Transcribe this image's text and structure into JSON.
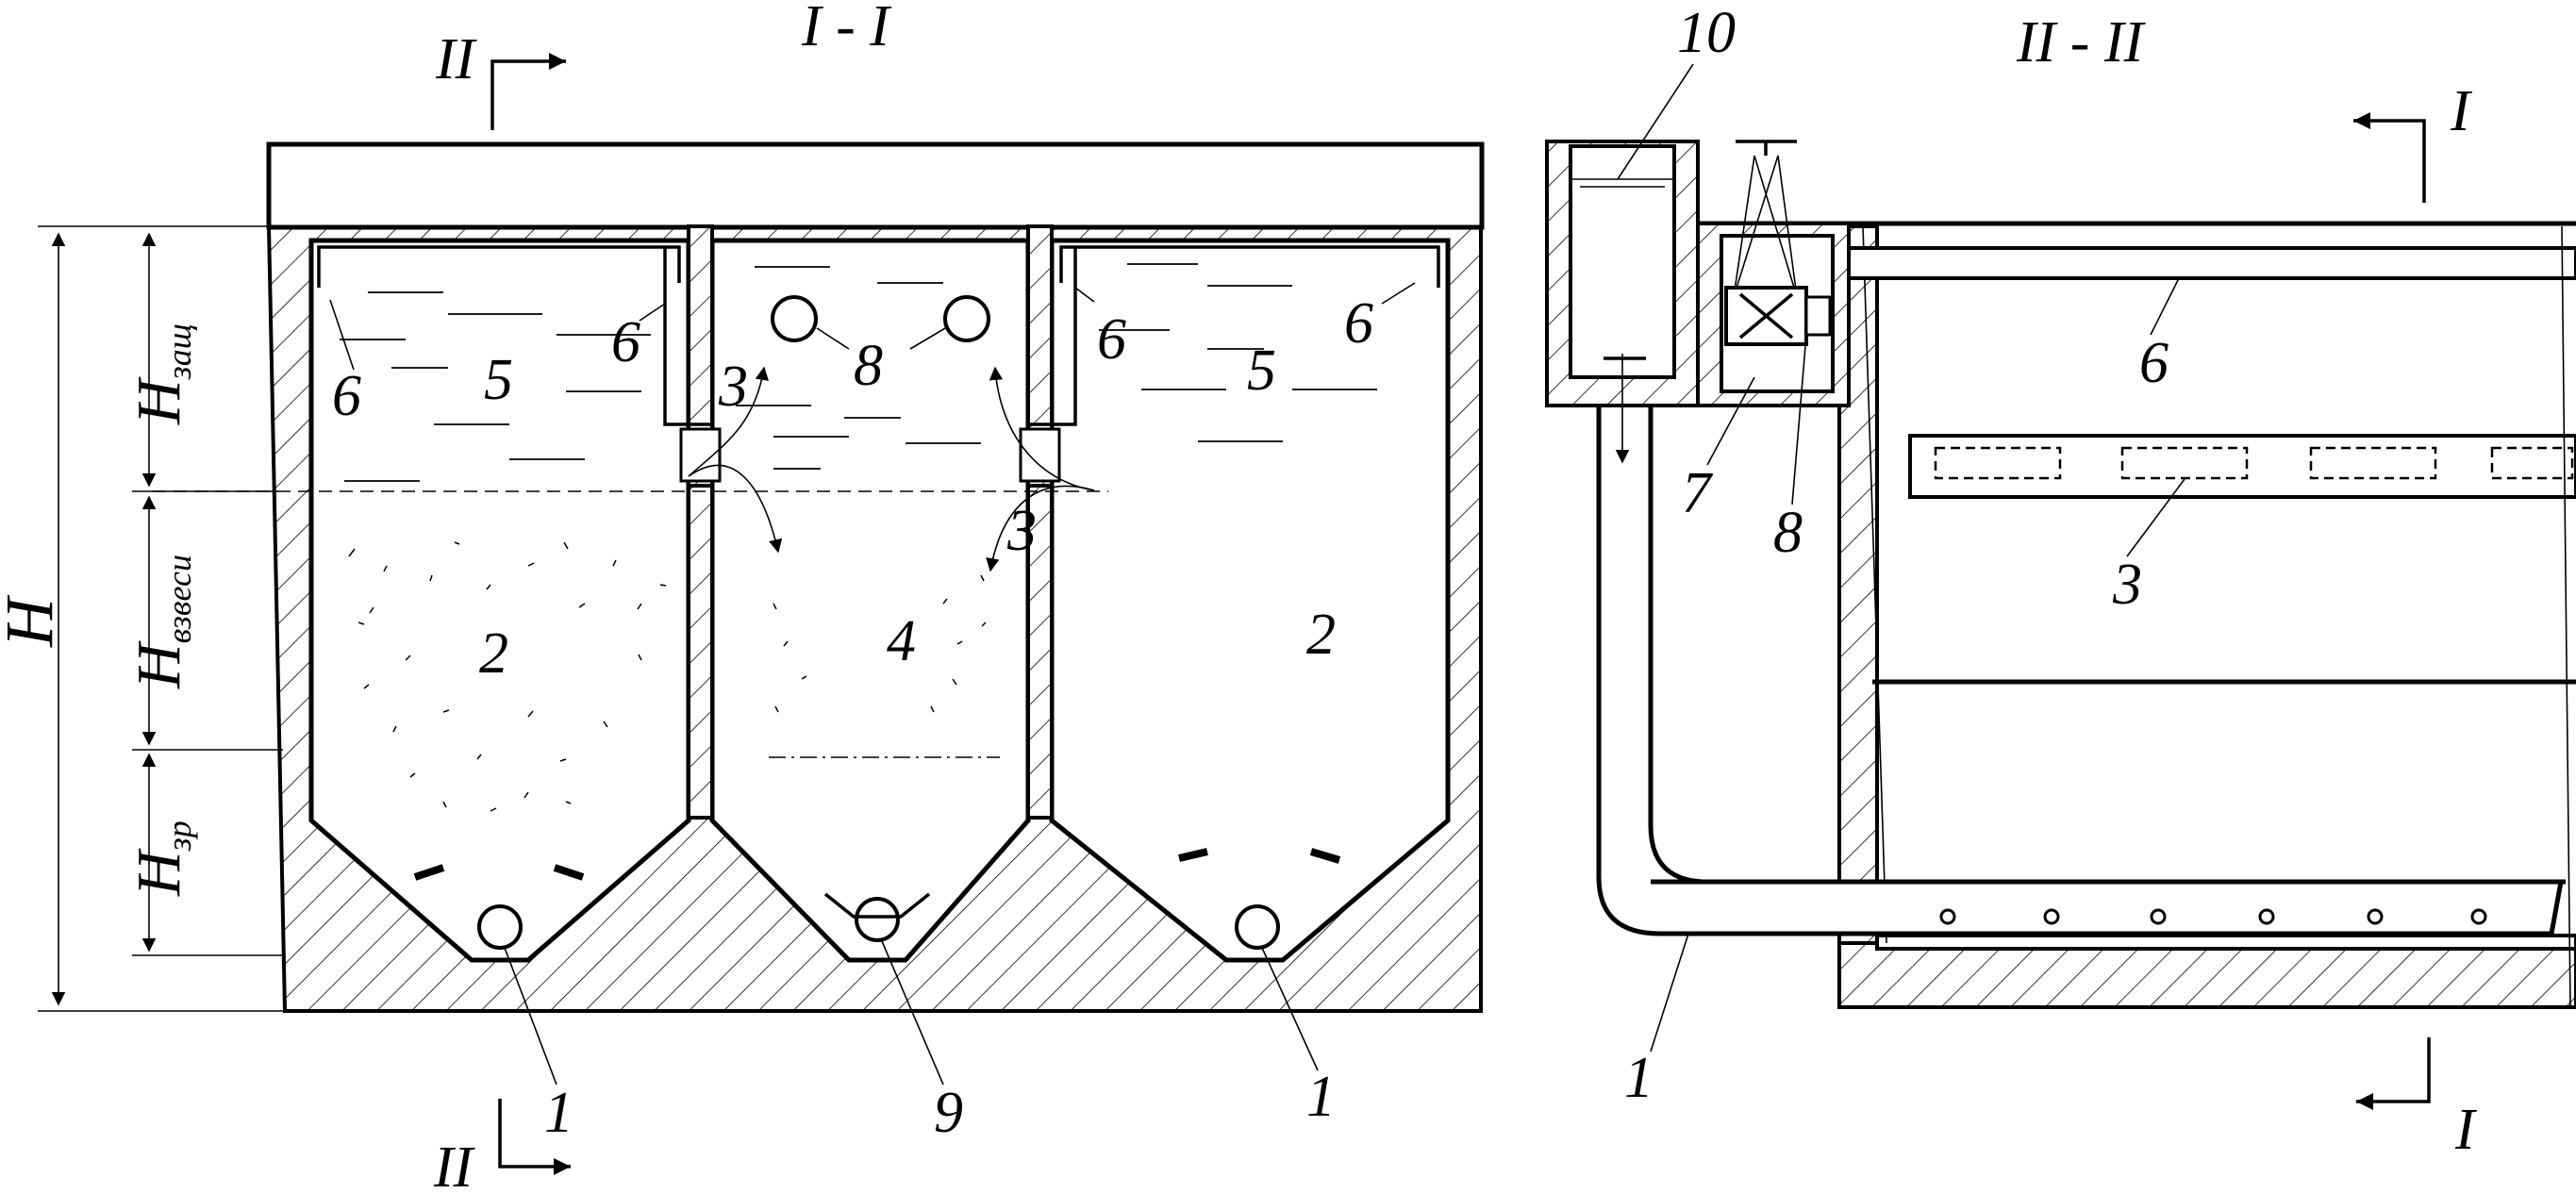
{
  "section_titles": {
    "left": "I - I",
    "right": "II - II"
  },
  "section_marks": {
    "left_top": "II",
    "left_bottom": "II",
    "right_top": "I",
    "right_bottom": "I"
  },
  "dimensions": {
    "total": "H",
    "protective_base": "H",
    "protective_sub": "защ",
    "suspension_base": "H",
    "suspension_sub": "взвеси",
    "reserve_base": "H",
    "reserve_sub": "зр"
  },
  "labels": {
    "l1a": "1",
    "l1b": "1",
    "l1c": "1",
    "l2a": "2",
    "l2b": "2",
    "l3a": "3",
    "l3b": "3",
    "l3c": "3",
    "l4": "4",
    "l5a": "5",
    "l5b": "5",
    "l6a": "6",
    "l6b": "6",
    "l6c": "6",
    "l6d": "6",
    "l6e": "6",
    "l7": "7",
    "l8a": "8",
    "l8b": "8",
    "l9": "9",
    "l10": "10"
  }
}
